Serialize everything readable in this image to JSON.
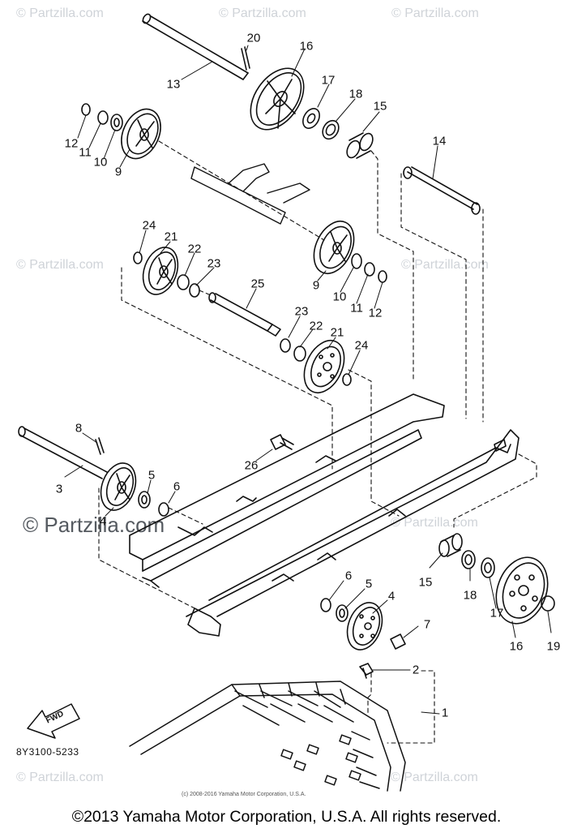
{
  "diagram": {
    "callouts": {
      "c20": "20",
      "c16a": "16",
      "c13": "13",
      "c17a": "17",
      "c18a": "18",
      "c15a": "15",
      "c12a": "12",
      "c11a": "11",
      "c10a": "10",
      "c9a": "9",
      "c14": "14",
      "c24a": "24",
      "c21a": "21",
      "c22a": "22",
      "c23a": "23",
      "c25": "25",
      "c9b": "9",
      "c10b": "10",
      "c11b": "11",
      "c12b": "12",
      "c23b": "23",
      "c22b": "22",
      "c21b": "21",
      "c24b": "24",
      "c8": "8",
      "c3": "3",
      "c26": "26",
      "c5a": "5",
      "c6a": "6",
      "c4a": "4",
      "c15b": "15",
      "c18b": "18",
      "c17b": "17",
      "c16b": "16",
      "c19": "19",
      "c6b": "6",
      "c5b": "5",
      "c4b": "4",
      "c7": "7",
      "c2": "2",
      "c1": "1"
    },
    "fwd_label": "FWD",
    "part_code": "8Y3100-5233"
  },
  "watermarks": {
    "small": "© Partzilla.com",
    "large": "© Partzilla.com"
  },
  "tiny_copyright": "(c) 2008-2016 Yamaha Motor Corporation, U.S.A.",
  "footer_copyright": "©2013 Yamaha Motor Corporation, U.S.A. All rights reserved."
}
